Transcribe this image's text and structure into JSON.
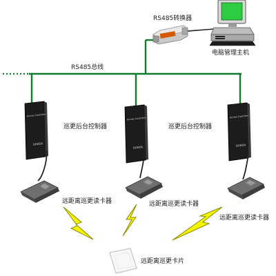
{
  "colors": {
    "bus": "#137a2f",
    "cable": "#222222",
    "bolt_fill": "#f4f400",
    "bolt_stroke": "#8a8a00",
    "controller_body": "#1c1c1c",
    "monitor_screen": "#2ecc40"
  },
  "icons": {
    "pc": "computer-icon",
    "converter": "rs485-converter-icon",
    "controller": "access-controller-icon",
    "reader": "long-range-reader-icon",
    "card": "rfid-card-icon",
    "signal": "lightning-signal-icon"
  },
  "labels": {
    "converter": "RS485转换器",
    "pc": "电脑管理主机",
    "bus": "RS485总线",
    "controller": "巡更后台控制器",
    "reader": "远距离巡更读卡器",
    "card": "远距离巡更卡片"
  },
  "controllers": [
    {
      "id": "left",
      "brand": "DAKEN",
      "caption": "Access Controller"
    },
    {
      "id": "center",
      "brand": "DAKEN",
      "caption": "Access Controller"
    },
    {
      "id": "right",
      "brand": "DAKEN",
      "caption": "Access Controller"
    }
  ],
  "readers": [
    {
      "id": "left"
    },
    {
      "id": "center"
    },
    {
      "id": "right"
    }
  ]
}
